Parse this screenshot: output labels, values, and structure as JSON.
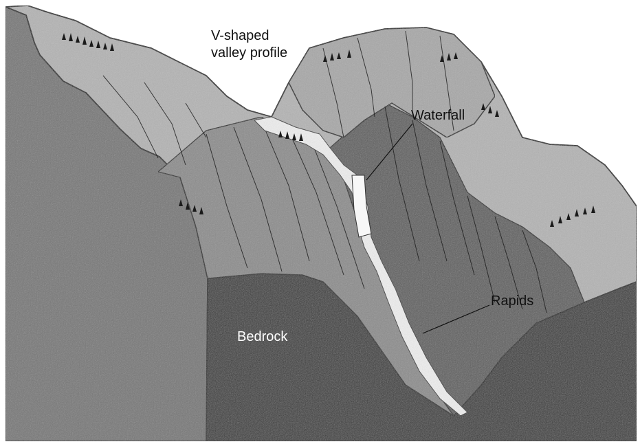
{
  "labels": {
    "v_valley_line1": "V-shaped",
    "v_valley_line2": "valley profile",
    "waterfall": "Waterfall",
    "rapids": "Rapids",
    "bedrock": "Bedrock"
  },
  "colors": {
    "background": "#ffffff",
    "bedrock_left_face": "#777777",
    "bedrock_front_face": "#3a3a3a",
    "upper_surface": "#b4b4b4",
    "slope_mid": "#8c8c8c",
    "slope_dark": "#5e5e5e",
    "river": "#eeeeee",
    "label_dark": "#111111",
    "label_light": "#ffffff"
  },
  "icons": [
    "tree-cluster-icon"
  ]
}
